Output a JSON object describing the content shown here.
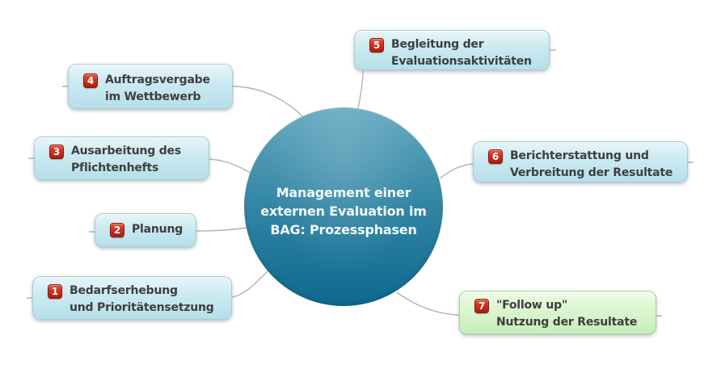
{
  "diagram": {
    "center": {
      "title_line1": "Management einer",
      "title_line2": "externen Evaluation im",
      "title_line3": "BAG: Prozessphasen"
    },
    "nodes": [
      {
        "number": "1",
        "line1": "Bedarfserhebung",
        "line2": "und Prioritätensetzung",
        "variant": "blue"
      },
      {
        "number": "2",
        "line1": "Planung",
        "line2": "",
        "variant": "blue"
      },
      {
        "number": "3",
        "line1": "Ausarbeitung des",
        "line2": "Pflichtenhefts",
        "variant": "blue"
      },
      {
        "number": "4",
        "line1": "Auftragsvergabe",
        "line2": "im Wettbewerb",
        "variant": "blue"
      },
      {
        "number": "5",
        "line1": "Begleitung der",
        "line2": "Evaluationsaktivitäten",
        "variant": "blue"
      },
      {
        "number": "6",
        "line1": "Berichterstattung und",
        "line2": "Verbreitung der Resultate",
        "variant": "blue"
      },
      {
        "number": "7",
        "line1": "\"Follow up\"",
        "line2": "Nutzung der Resultate",
        "variant": "green"
      }
    ],
    "colors": {
      "badge_red": "#c5281c",
      "node_blue_top": "#e8f6f9",
      "node_blue_bottom": "#b5e0ea",
      "node_green_top": "#eefbe9",
      "node_green_bottom": "#c6efb9",
      "circle_top": "#64a8bf",
      "circle_bottom": "#0d698e",
      "connector_gray": "#b3b3b3",
      "text_dark": "#3e3e3e",
      "text_light": "#f2fafc"
    }
  }
}
